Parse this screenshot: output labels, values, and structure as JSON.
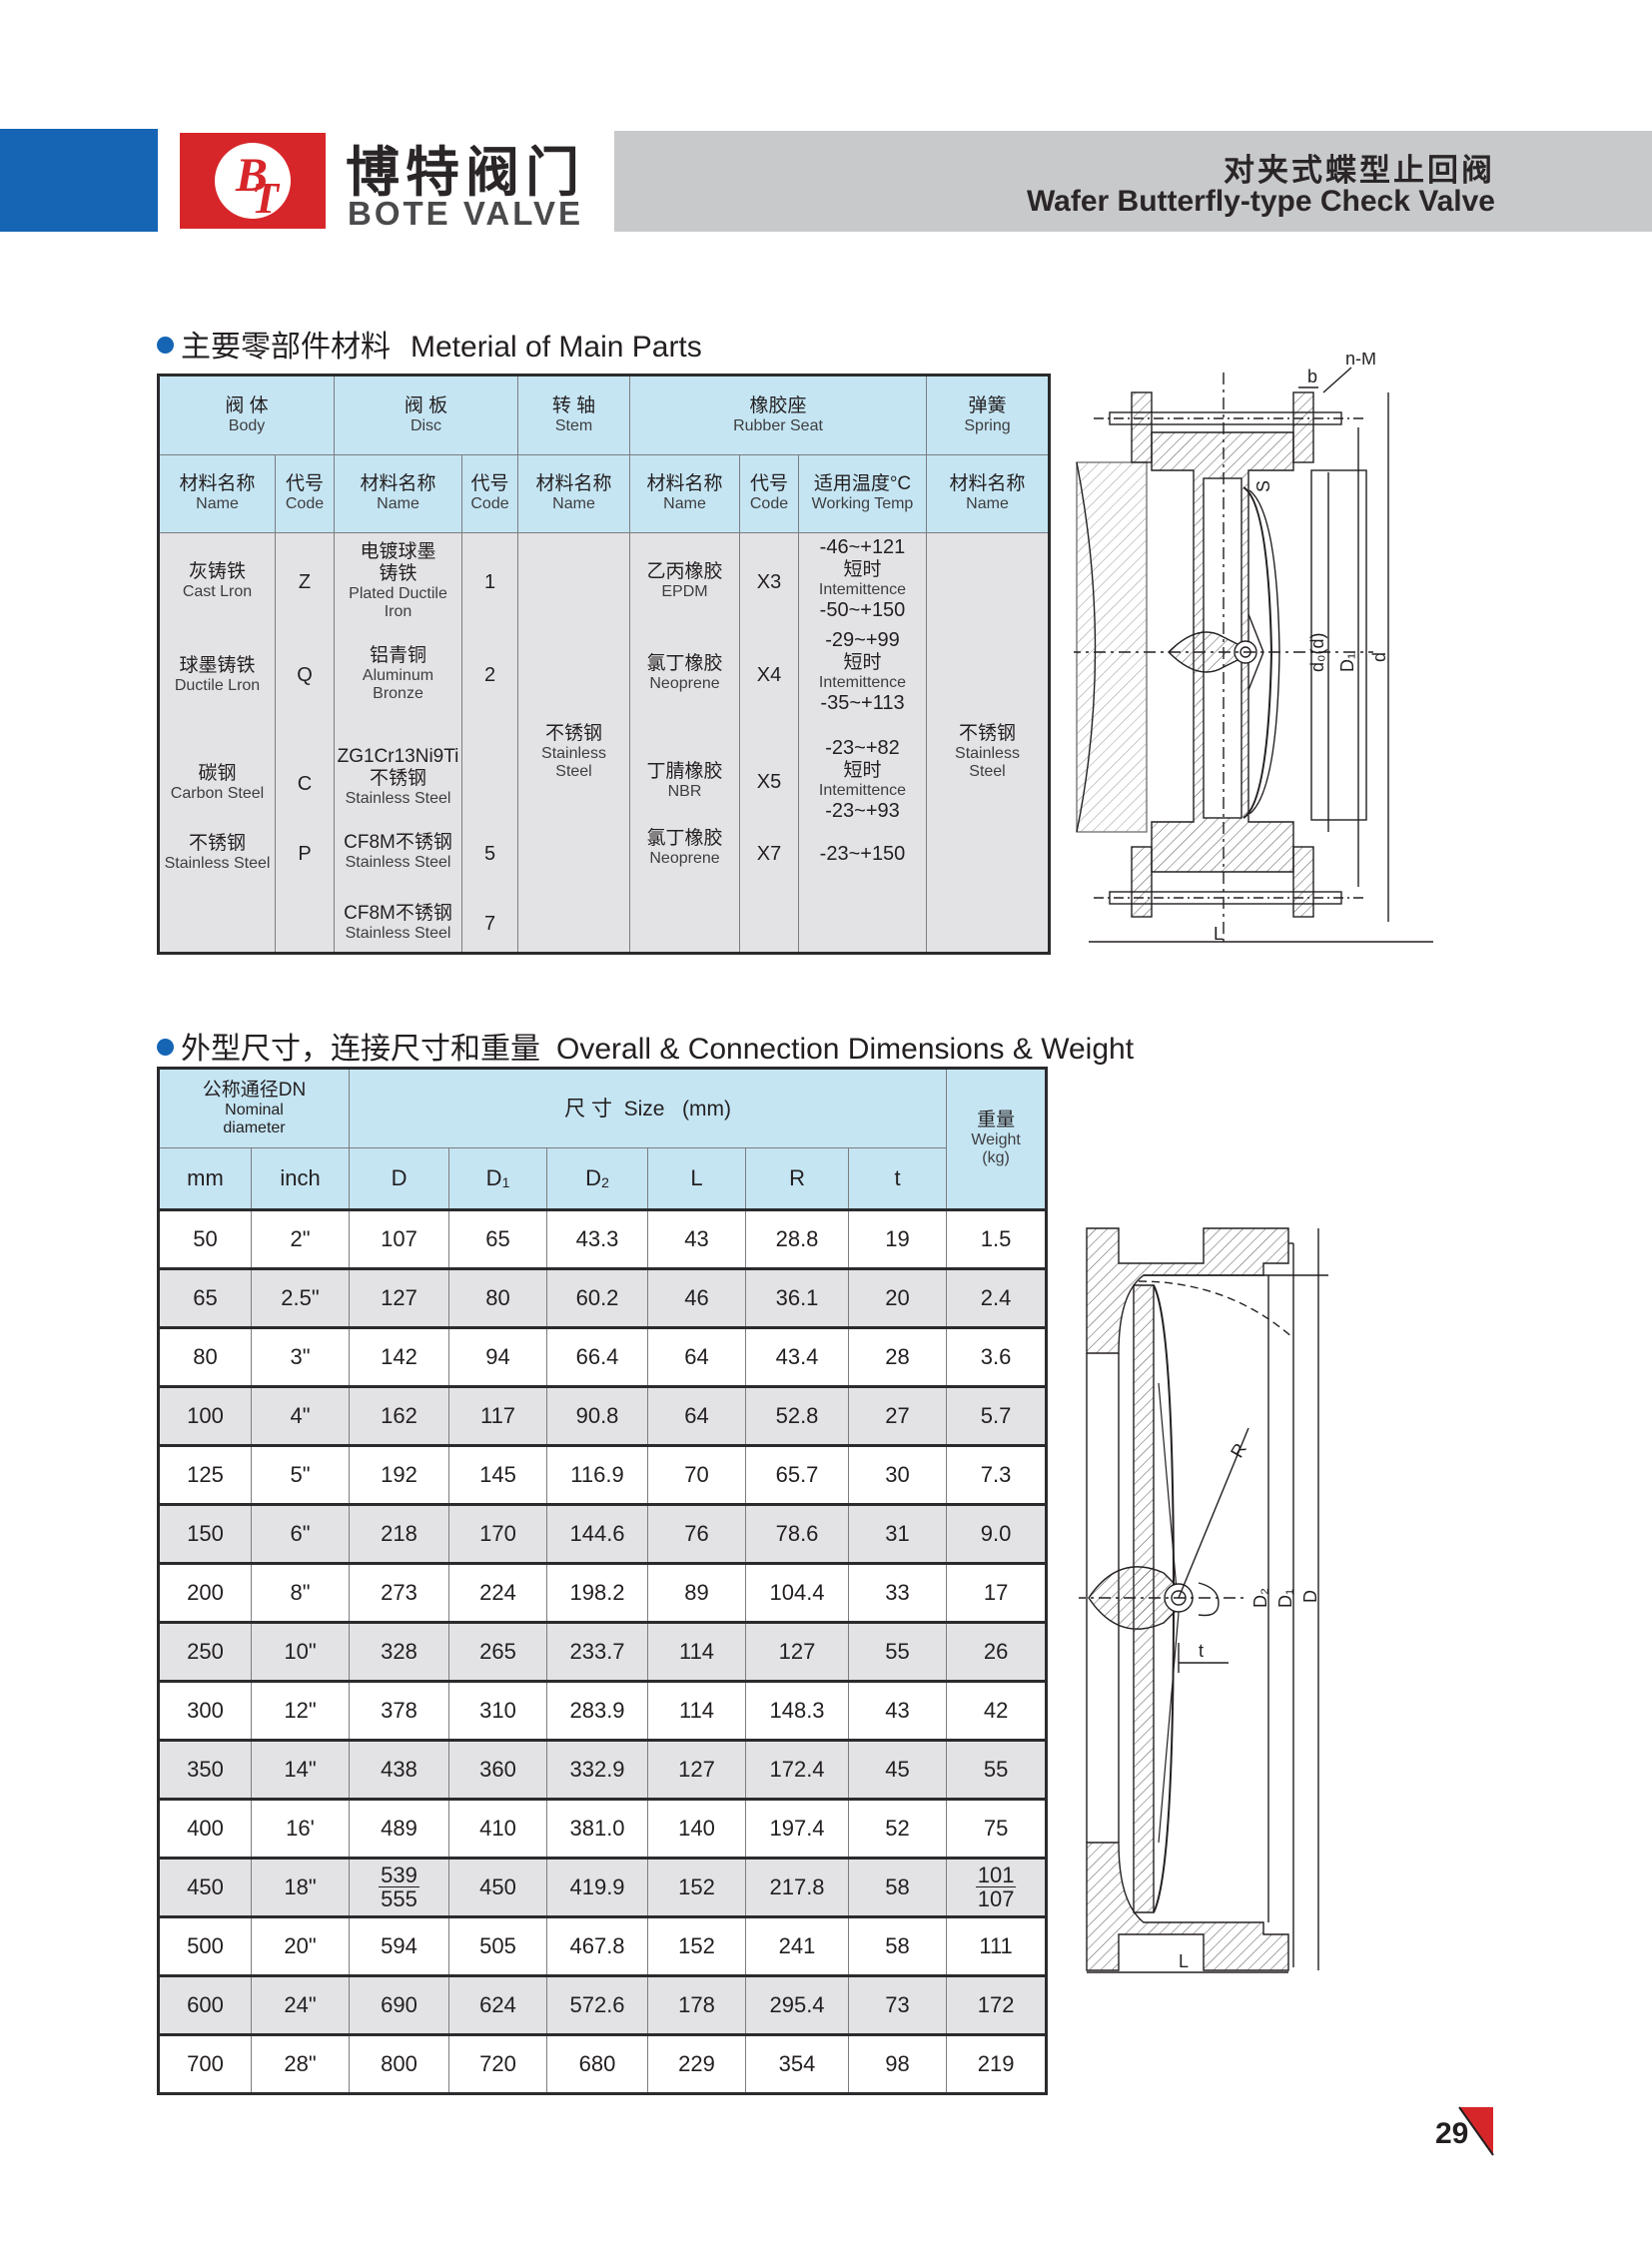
{
  "header": {
    "logo_mark": "BT",
    "brand_cn": "博特阀门",
    "brand_en": "BOTE VALVE",
    "product_cn": "对夹式蝶型止回阀",
    "product_en": "Wafer Butterfly-type Check Valve",
    "colors": {
      "blue": "#1565b4",
      "red": "#d7262a",
      "gray": "#c8c9cb"
    }
  },
  "materials": {
    "title_cn": "主要零部件材料",
    "title_en": "Meterial of Main Parts",
    "groups": [
      {
        "cn": "阀 体",
        "en": "Body"
      },
      {
        "cn": "阀  板",
        "en": "Disc"
      },
      {
        "cn": "转 轴",
        "en": "Stem"
      },
      {
        "cn": "橡胶座",
        "en": "Rubber Seat"
      },
      {
        "cn": "弹簧",
        "en": "Spring"
      }
    ],
    "subheads": [
      {
        "cn": "材料名称",
        "en": "Name"
      },
      {
        "cn": "代号",
        "en": "Code"
      },
      {
        "cn": "材料名称",
        "en": "Name"
      },
      {
        "cn": "代号",
        "en": "Code"
      },
      {
        "cn": "材料名称",
        "en": "Name"
      },
      {
        "cn": "材料名称",
        "en": "Name"
      },
      {
        "cn": "代号",
        "en": "Code"
      },
      {
        "cn": "适用温度°C",
        "en": "Working Temp"
      },
      {
        "cn": "材料名称",
        "en": "Name"
      }
    ],
    "body": [
      {
        "cn": "灰铸铁",
        "en": "Cast Lron",
        "code": "Z"
      },
      {
        "cn": "球墨铸铁",
        "en": "Ductile Lron",
        "code": "Q"
      },
      {
        "cn": "碳钢",
        "en": "Carbon Steel",
        "code": "C"
      },
      {
        "cn": "不锈钢",
        "en": "Stainless Steel",
        "code": "P"
      }
    ],
    "disc": [
      {
        "cn": "电镀球墨铸铁",
        "en": "Plated Ductile Iron",
        "code": "1"
      },
      {
        "cn": "铝青铜",
        "en": "Aluminum Bronze",
        "code": "2"
      },
      {
        "cn_a": "ZG1Cr13Ni9Ti",
        "cn": "不锈钢",
        "en": "Stainless Steel",
        "code": ""
      },
      {
        "cn_a": "CF8M",
        "cn": "不锈钢",
        "en": "Stainless Steel",
        "code": "5"
      },
      {
        "cn_a": "CF8M",
        "cn": "不锈钢",
        "en": "Stainless Steel",
        "code": "7"
      }
    ],
    "stem": {
      "cn": "不锈钢",
      "en_a": "Stainless",
      "en_b": "Steel"
    },
    "seat": [
      {
        "cn": "乙丙橡胶",
        "en": "EPDM",
        "code": "X3",
        "t1": "-46~+121",
        "t2": "短时",
        "t3": "Intemittence",
        "t4": "-50~+150"
      },
      {
        "cn": "氯丁橡胶",
        "en": "Neoprene",
        "code": "X4",
        "t1": "-29~+99",
        "t2": "短时",
        "t3": "Intemittence",
        "t4": "-35~+113"
      },
      {
        "cn": "丁腈橡胶",
        "en": "NBR",
        "code": "X5",
        "t1": "-23~+82",
        "t2": "短时",
        "t3": "Intemittence",
        "t4": "-23~+93"
      },
      {
        "cn": "氯丁橡胶",
        "en": "Neoprene",
        "code": "X7",
        "t1": "-23~+150"
      }
    ],
    "spring": {
      "cn": "不锈钢",
      "en_a": "Stainless",
      "en_b": "Steel"
    }
  },
  "drawing_top": {
    "labels": {
      "b": "b",
      "nM": "n-M",
      "S": "S",
      "d0": "d₀(d)",
      "D1": "D₁",
      "d": "d",
      "L": "L"
    }
  },
  "dimensions": {
    "title_cn": "外型尺寸，连接尺寸和重量",
    "title_en": "Overall & Connection Dimensions & Weight",
    "nominal_cn": "公称通径DN",
    "nominal_en_a": "Nominal",
    "nominal_en_b": "diameter",
    "size_cn": "尺 寸",
    "size_en": "Size",
    "size_unit": "(mm)",
    "weight_cn": "重量",
    "weight_en": "Weight",
    "weight_unit": "(kg)",
    "cols": {
      "mm": "mm",
      "inch": "inch",
      "D": "D",
      "D1": "D",
      "D1_sub": "1",
      "D2": "D",
      "D2_sub": "2",
      "L": "L",
      "R": "R",
      "t": "t"
    },
    "rows": [
      [
        "50",
        "2\"",
        "107",
        "65",
        "43.3",
        "43",
        "28.8",
        "19",
        "1.5"
      ],
      [
        "65",
        "2.5\"",
        "127",
        "80",
        "60.2",
        "46",
        "36.1",
        "20",
        "2.4"
      ],
      [
        "80",
        "3\"",
        "142",
        "94",
        "66.4",
        "64",
        "43.4",
        "28",
        "3.6"
      ],
      [
        "100",
        "4\"",
        "162",
        "117",
        "90.8",
        "64",
        "52.8",
        "27",
        "5.7"
      ],
      [
        "125",
        "5\"",
        "192",
        "145",
        "116.9",
        "70",
        "65.7",
        "30",
        "7.3"
      ],
      [
        "150",
        "6\"",
        "218",
        "170",
        "144.6",
        "76",
        "78.6",
        "31",
        "9.0"
      ],
      [
        "200",
        "8\"",
        "273",
        "224",
        "198.2",
        "89",
        "104.4",
        "33",
        "17"
      ],
      [
        "250",
        "10\"",
        "328",
        "265",
        "233.7",
        "114",
        "127",
        "55",
        "26"
      ],
      [
        "300",
        "12\"",
        "378",
        "310",
        "283.9",
        "114",
        "148.3",
        "43",
        "42"
      ],
      [
        "350",
        "14\"",
        "438",
        "360",
        "332.9",
        "127",
        "172.4",
        "45",
        "55"
      ],
      [
        "400",
        "16'",
        "489",
        "410",
        "381.0",
        "140",
        "197.4",
        "52",
        "75"
      ]
    ],
    "row450": {
      "mm": "450",
      "inch": "18\"",
      "D_a": "539",
      "D_b": "555",
      "D1": "450",
      "D2": "419.9",
      "L": "152",
      "R": "217.8",
      "t": "58",
      "W_a": "101",
      "W_b": "107"
    },
    "rows_tail": [
      [
        "500",
        "20\"",
        "594",
        "505",
        "467.8",
        "152",
        "241",
        "58",
        "111"
      ],
      [
        "600",
        "24\"",
        "690",
        "624",
        "572.6",
        "178",
        "295.4",
        "73",
        "172"
      ],
      [
        "700",
        "28\"",
        "800",
        "720",
        "680",
        "229",
        "354",
        "98",
        "219"
      ]
    ]
  },
  "drawing_bottom": {
    "labels": {
      "R": "R",
      "t": "t",
      "D2": "D₂",
      "D1": "D₁",
      "D": "D",
      "L": "L"
    }
  },
  "page_number": "29"
}
